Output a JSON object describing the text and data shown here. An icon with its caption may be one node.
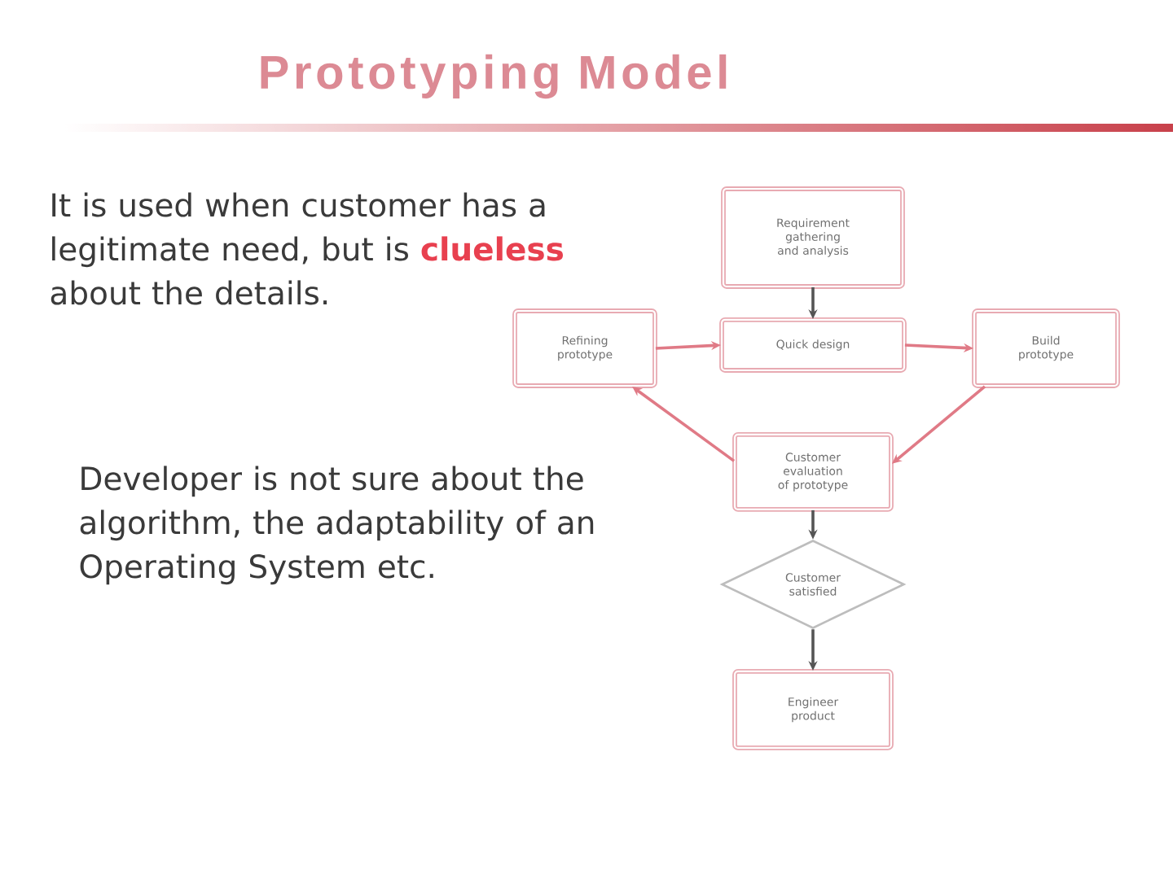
{
  "diagram": {
    "title": "Prototyping Model",
    "nodes": [
      {
        "text": [
          "Requirement gathering and analysis"
        ]
      },
      {
        "text": [
          "Refining prototype"
        ]
      },
      {
        "text": [
          "Quick design"
        ]
      },
      {
        "text": [
          "Build prototype"
        ]
      },
      {
        "text": [
          "Customer evaluation of prototype"
        ]
      },
      {
        "text": [
          "Customer satisfied"
        ]
      },
      {
        "text": [
          "Engineer product"
        ]
      }
    ],
    "edges": [
      {
        "from": 0,
        "to": 2,
        "arrow": "to",
        "color": "#555555"
      },
      {
        "from": 1,
        "to": 2,
        "arrow": "to"
      },
      {
        "from": 2,
        "to": 3,
        "arrow": "to"
      },
      {
        "from": 3,
        "to": 4,
        "arrow": "to"
      },
      {
        "from": 4,
        "to": 1,
        "arrow": "to"
      },
      {
        "from": 4,
        "to": 5,
        "arrow": "to",
        "color": "#555555"
      },
      {
        "from": 5,
        "to": 6,
        "arrow": "to",
        "color": "#555555"
      }
    ],
    "labels": [
      "It is used when customer has a legitimate need, but is **clueless** about the details.",
      "Developer is not sure about the algorithm, the adaptability of an Operating System etc."
    ]
  }
}
